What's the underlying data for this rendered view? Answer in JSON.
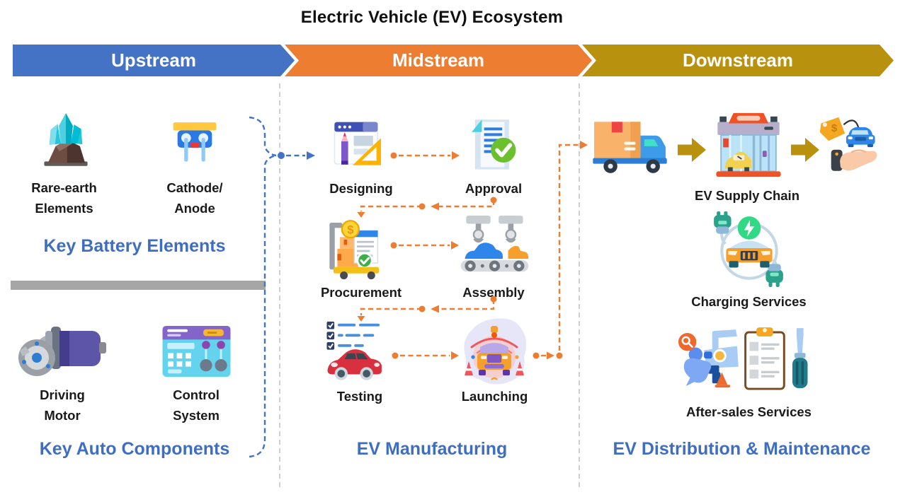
{
  "title": "Electric Vehicle (EV) Ecosystem",
  "banners": {
    "upstream": "Upstream",
    "midstream": "Midstream",
    "downstream": "Downstream"
  },
  "upstream": {
    "battery": {
      "items": [
        {
          "icon": "rare-earth-minerals-icon",
          "line1": "Rare-earth",
          "line2": "Elements"
        },
        {
          "icon": "cathode-anode-icon",
          "line1": "Cathode/",
          "line2": "Anode"
        }
      ],
      "heading": "Key Battery Elements"
    },
    "auto": {
      "items": [
        {
          "icon": "driving-motor-icon",
          "line1": "Driving",
          "line2": "Motor"
        },
        {
          "icon": "control-system-icon",
          "line1": "Control",
          "line2": "System"
        }
      ],
      "heading": "Key Auto Components"
    }
  },
  "midstream": {
    "steps": [
      {
        "icon": "designing-icon",
        "label": "Designing"
      },
      {
        "icon": "approval-icon",
        "label": "Approval"
      },
      {
        "icon": "procurement-icon",
        "label": "Procurement"
      },
      {
        "icon": "assembly-icon",
        "label": "Assembly"
      },
      {
        "icon": "testing-icon",
        "label": "Testing"
      },
      {
        "icon": "launching-icon",
        "label": "Launching"
      }
    ],
    "heading": "EV Manufacturing"
  },
  "downstream": {
    "supply_chain": {
      "icons": [
        "delivery-truck-icon",
        "dealership-store-icon",
        "car-sale-icon"
      ],
      "label": "EV Supply Chain"
    },
    "charging": {
      "icon": "ev-charging-icon",
      "label": "Charging Services"
    },
    "aftersales": {
      "icon": "aftersales-service-icon",
      "label": "After-sales Services"
    },
    "heading": "EV Distribution & Maintenance"
  },
  "colors": {
    "upstream_banner": "#4472C4",
    "midstream_banner": "#ED7D31",
    "downstream_banner": "#B8920F",
    "section_heading_blue": "#3F6EC1",
    "connector_orange": "#ED7D31",
    "connector_blue": "#4472C4",
    "divider_gray": "#A6A6A6",
    "separator_gray": "#C5C5C5"
  }
}
